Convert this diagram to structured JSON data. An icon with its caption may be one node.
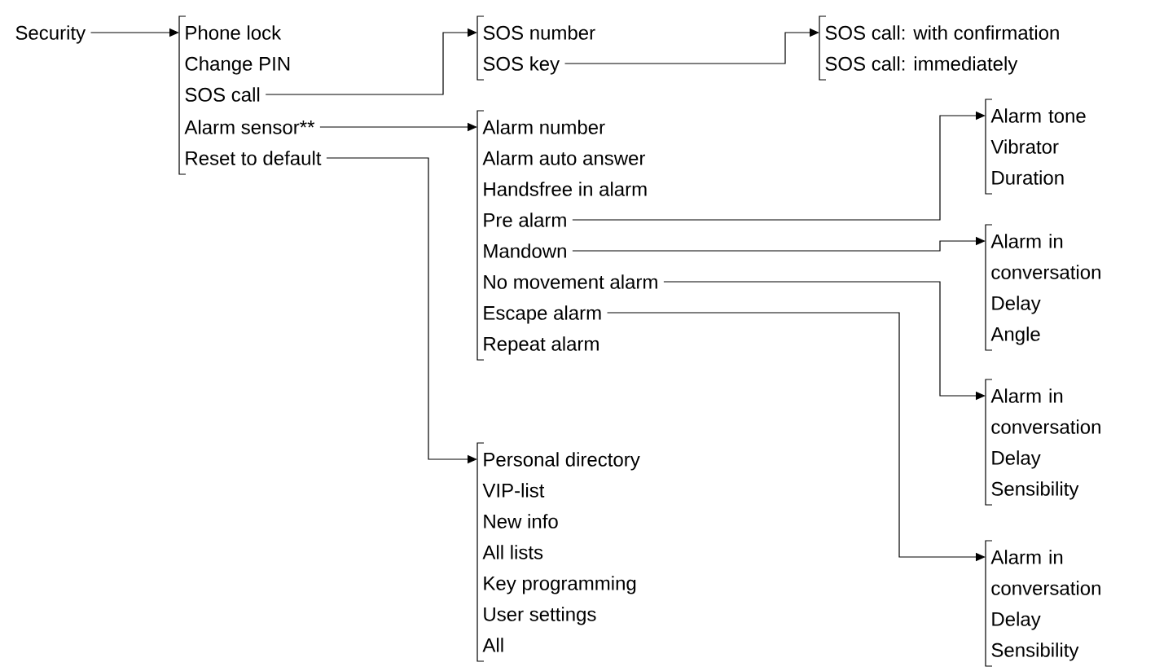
{
  "diagram": {
    "nodes": [
      {
        "text": [
          "Security"
        ]
      },
      {
        "text": [
          "Phone lock"
        ]
      },
      {
        "text": [
          "Change PIN"
        ]
      },
      {
        "text": [
          "SOS call"
        ]
      },
      {
        "text": [
          "Alarm sensor**"
        ]
      },
      {
        "text": [
          "Reset to default"
        ]
      },
      {
        "text": [
          "SOS number"
        ]
      },
      {
        "text": [
          "SOS key"
        ]
      },
      {
        "text": [
          "SOS call: with confirmation"
        ]
      },
      {
        "text": [
          "SOS call: immediately"
        ]
      },
      {
        "text": [
          "Alarm number"
        ]
      },
      {
        "text": [
          "Alarm auto answer"
        ]
      },
      {
        "text": [
          "Handsfree in alarm"
        ]
      },
      {
        "text": [
          "Pre alarm"
        ]
      },
      {
        "text": [
          "Mandown"
        ]
      },
      {
        "text": [
          "No movement alarm"
        ]
      },
      {
        "text": [
          "Escape alarm"
        ]
      },
      {
        "text": [
          "Repeat alarm"
        ]
      },
      {
        "text": [
          "Alarm tone"
        ]
      },
      {
        "text": [
          "Vibrator"
        ]
      },
      {
        "text": [
          "Duration"
        ]
      },
      {
        "text": [
          "Alarm in conversation"
        ]
      },
      {
        "text": [
          "Delay"
        ]
      },
      {
        "text": [
          "Angle"
        ]
      },
      {
        "text": [
          "Alarm in conversation"
        ]
      },
      {
        "text": [
          "Delay"
        ]
      },
      {
        "text": [
          "Sensibility"
        ]
      },
      {
        "text": [
          "Alarm in conversation"
        ]
      },
      {
        "text": [
          "Delay"
        ]
      },
      {
        "text": [
          "Sensibility"
        ]
      },
      {
        "text": [
          "Personal directory"
        ]
      },
      {
        "text": [
          "VIP-list"
        ]
      },
      {
        "text": [
          "New info"
        ]
      },
      {
        "text": [
          "All lists"
        ]
      },
      {
        "text": [
          "Key programming"
        ]
      },
      {
        "text": [
          "User settings"
        ]
      },
      {
        "text": [
          "All"
        ]
      }
    ],
    "edges": [
      {
        "from": 0,
        "to": 1,
        "arrow": "to"
      },
      {
        "from": 3,
        "to": 6,
        "arrow": "to"
      },
      {
        "from": 7,
        "to": 8,
        "arrow": "to"
      },
      {
        "from": 4,
        "to": 10,
        "arrow": "to"
      },
      {
        "from": 5,
        "to": 30,
        "arrow": "to"
      },
      {
        "from": 13,
        "to": 18,
        "arrow": "to"
      },
      {
        "from": 14,
        "to": 21,
        "arrow": "to"
      },
      {
        "from": 15,
        "to": 24,
        "arrow": "to"
      },
      {
        "from": 16,
        "to": 27,
        "arrow": "to"
      }
    ]
  }
}
